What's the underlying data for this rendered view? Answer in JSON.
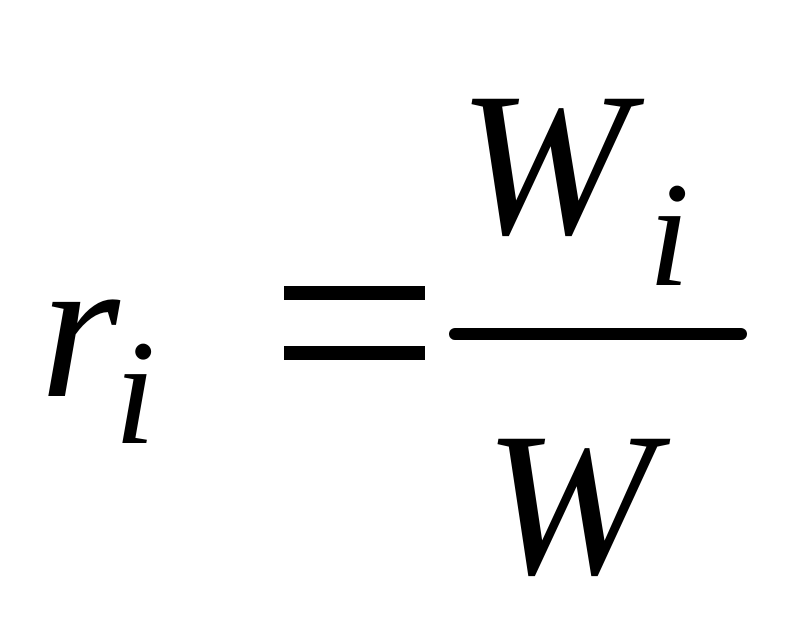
{
  "formula": {
    "lhs": {
      "variable": "r",
      "subscript": "i"
    },
    "operator": "=",
    "rhs": {
      "numerator": {
        "variable": "W",
        "subscript": "i"
      },
      "denominator": {
        "variable": "W"
      }
    }
  }
}
